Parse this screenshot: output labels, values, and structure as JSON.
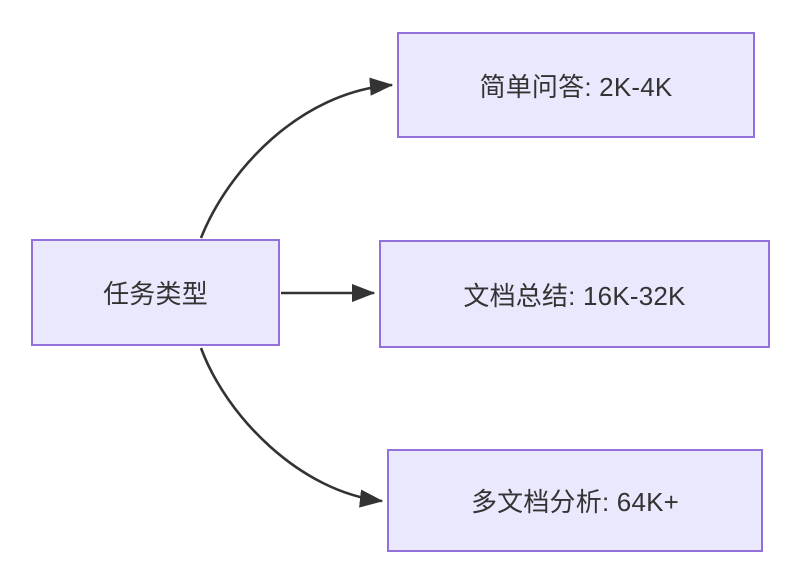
{
  "diagram": {
    "type": "flowchart",
    "direction": "left-to-right",
    "background_color": "#ffffff",
    "node_fill_color": "#eae8fc",
    "node_border_color": "#9370db",
    "node_text_color": "#333333",
    "edge_color": "#333333",
    "root": {
      "id": "root",
      "label": "任务类型"
    },
    "branches": [
      {
        "id": "simple-qa",
        "label": "简单问答: 2K-4K",
        "edge_style": "curved"
      },
      {
        "id": "doc-summary",
        "label": "文档总结: 16K-32K",
        "edge_style": "straight"
      },
      {
        "id": "multi-doc",
        "label": "多文档分析: 64K+",
        "edge_style": "curved"
      }
    ]
  }
}
